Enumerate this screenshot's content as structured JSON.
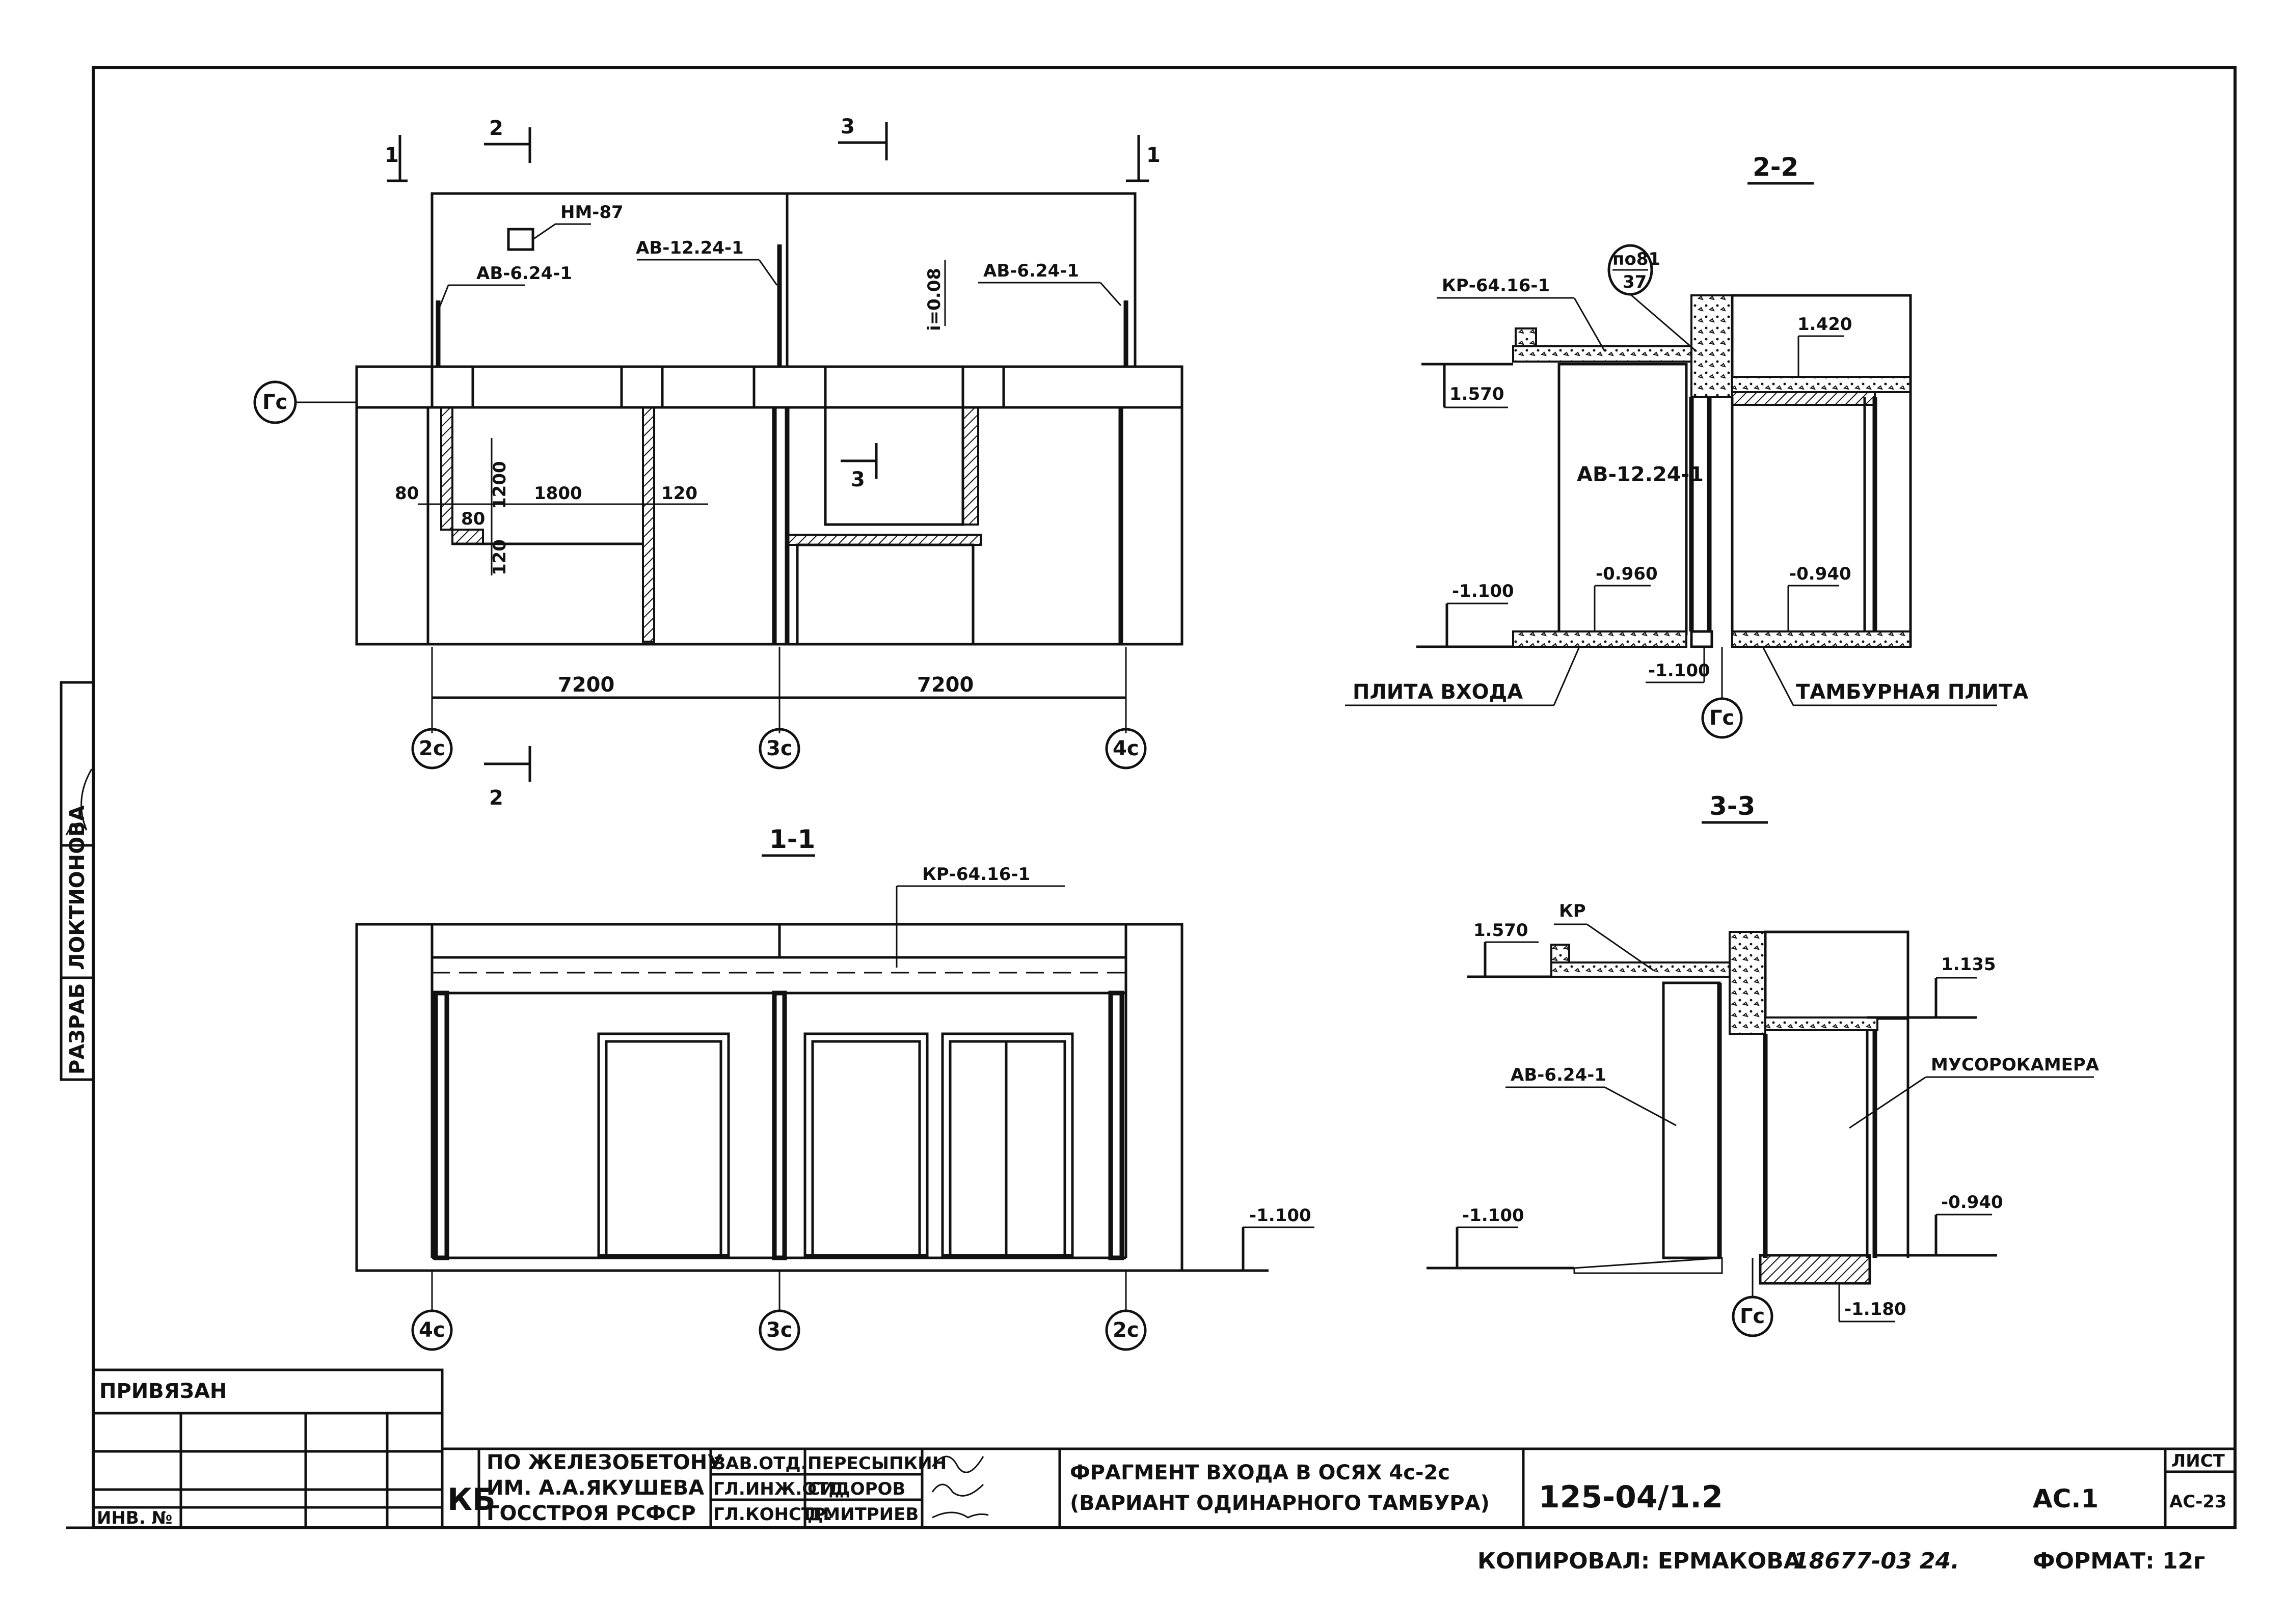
{
  "plan": {
    "section_mark_1": "1",
    "section_mark_2": "2",
    "section_mark_3": "3",
    "label_nm87": "НМ-87",
    "label_ab624_left": "АВ-6.24-1",
    "label_ab1224": "АВ-12.24-1",
    "label_ab624_right": "АВ-6.24-1",
    "label_i": "i=0.08",
    "axis_gc": "Гс",
    "axis_2c": "2с",
    "axis_3c": "3с",
    "axis_4c": "4с",
    "dim_80_left": "80",
    "dim_1800": "1800",
    "dim_120_right": "120",
    "dim_80_small": "80",
    "dim_1200": "1200",
    "dim_120_bottom": "120",
    "dim_span_left": "7200",
    "dim_span_right": "7200"
  },
  "section_1_1": {
    "title": "1-1",
    "label_kr": "КР-64.16-1",
    "level": "-1.100",
    "axis_left": "4с",
    "axis_mid": "3с",
    "axis_right": "2с"
  },
  "section_2_2": {
    "title": "2-2",
    "label_kr": "КР-64.16-1",
    "label_pos": "по81",
    "label_pos2": "37",
    "level_1420": "1.420",
    "level_1570": "1.570",
    "label_ab1224": "АВ-12.24-1",
    "level_m1100": "-1.100",
    "level_m0960": "-0.960",
    "level_m0940": "-0.940",
    "level_m1100b": "-1.100",
    "label_entry_slab": "ПЛИТА ВХОДА",
    "label_tambour_slab": "ТАМБУРНАЯ ПЛИТА",
    "axis": "Гс"
  },
  "section_3_3": {
    "title": "3-3",
    "label_kr": "КР",
    "level_1570": "1.570",
    "level_1135": "1.135",
    "label_ab624": "АВ-6.24-1",
    "label_garbage": "МУСОРОКАМЕРА",
    "level_m1100": "-1.100",
    "level_m0940": "-0.940",
    "level_m1180": "-1.180",
    "axis": "Гс"
  },
  "side_stamp": {
    "dev_label": "РАЗРАБ",
    "dev_name": "ЛОКТИОНОВА"
  },
  "title_block": {
    "privyazan": "ПРИВЯЗАН",
    "inv_no": "ИНВ. №",
    "org_code": "КБ",
    "org_line1": "ПО ЖЕЛЕЗОБЕТОНУ",
    "org_line2": "ИМ. А.А.ЯКУШЕВА",
    "org_line3": "ГОССТРОЯ РСФСР",
    "role1": "ЗАВ.ОТД.",
    "name1": "ПЕРЕСЫПКИН",
    "role2": "ГЛ.ИНЖ.ОТД.",
    "name2": "СИДОРОВ",
    "role3": "ГЛ.КОНСТР.",
    "name3": "ДМИТРИЕВ",
    "title_line1": "ФРАГМЕНТ  ВХОДА  В ОСЯХ 4с-2с",
    "title_line2": "(ВАРИАНТ    ОДИНАРНОГО ТАМБУРА)",
    "project_no": "125-04/1.2",
    "sheet_code": "АС.1",
    "sheet_label": "ЛИСТ",
    "sheet_no": "АС-23"
  },
  "footer": {
    "copied": "КОПИРОВАЛ: ЕРМАКОВА",
    "order": "18677-03  24.",
    "format": "ФОРМАТ: 12г"
  }
}
